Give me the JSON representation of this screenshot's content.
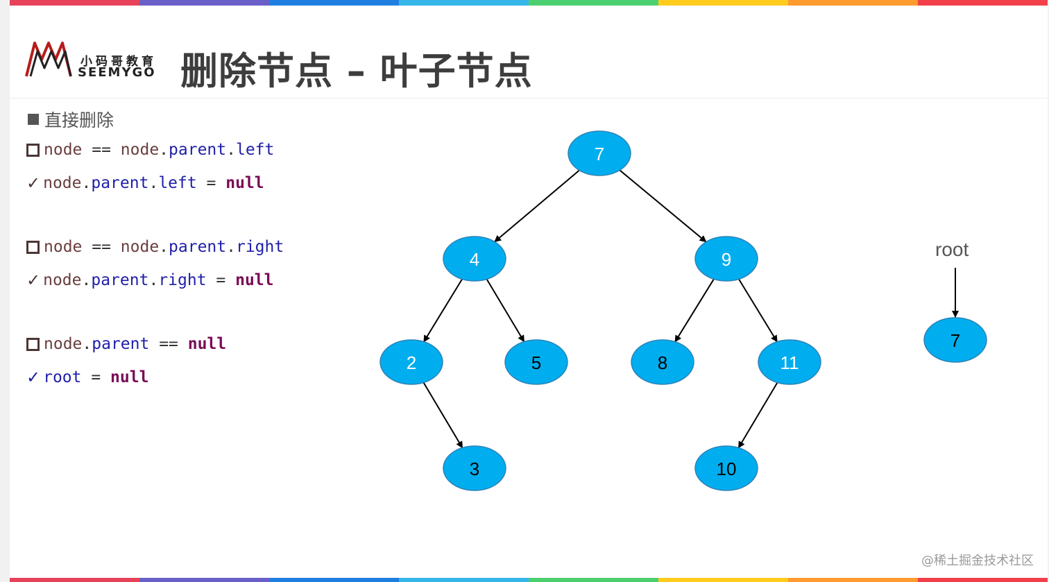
{
  "header": {
    "logo_cn": "小码哥教育",
    "logo_en": "SEEMYGO",
    "title": "删除节点 – 叶子节点"
  },
  "bullet": "直接删除",
  "cases": [
    {
      "condition": [
        {
          "t": "node",
          "c": "var"
        },
        {
          "t": " == ",
          "c": "op"
        },
        {
          "t": "node",
          "c": "var"
        },
        {
          "t": ".",
          "c": "op"
        },
        {
          "t": "parent",
          "c": "prop"
        },
        {
          "t": ".",
          "c": "op"
        },
        {
          "t": "left",
          "c": "prop"
        }
      ],
      "action": [
        {
          "t": "node",
          "c": "var"
        },
        {
          "t": ".",
          "c": "op"
        },
        {
          "t": "parent",
          "c": "prop"
        },
        {
          "t": ".",
          "c": "op"
        },
        {
          "t": "left",
          "c": "prop"
        },
        {
          "t": " = ",
          "c": "op"
        },
        {
          "t": "null",
          "c": "kw"
        }
      ]
    },
    {
      "condition": [
        {
          "t": "node",
          "c": "var"
        },
        {
          "t": " == ",
          "c": "op"
        },
        {
          "t": "node",
          "c": "var"
        },
        {
          "t": ".",
          "c": "op"
        },
        {
          "t": "parent",
          "c": "prop"
        },
        {
          "t": ".",
          "c": "op"
        },
        {
          "t": "right",
          "c": "prop"
        }
      ],
      "action": [
        {
          "t": "node",
          "c": "var"
        },
        {
          "t": ".",
          "c": "op"
        },
        {
          "t": "parent",
          "c": "prop"
        },
        {
          "t": ".",
          "c": "op"
        },
        {
          "t": "right",
          "c": "prop"
        },
        {
          "t": " = ",
          "c": "op"
        },
        {
          "t": "null",
          "c": "kw"
        }
      ]
    },
    {
      "condition": [
        {
          "t": "node",
          "c": "var"
        },
        {
          "t": ".",
          "c": "op"
        },
        {
          "t": "parent",
          "c": "prop"
        },
        {
          "t": " == ",
          "c": "op"
        },
        {
          "t": "null",
          "c": "kw"
        }
      ],
      "action": [
        {
          "t": "root",
          "c": "prop"
        },
        {
          "t": " = ",
          "c": "op"
        },
        {
          "t": "null",
          "c": "kw"
        }
      ]
    }
  ],
  "tree": {
    "nodes": [
      {
        "id": "n7",
        "label": "7"
      },
      {
        "id": "n4",
        "label": "4"
      },
      {
        "id": "n9",
        "label": "9"
      },
      {
        "id": "n2",
        "label": "2"
      },
      {
        "id": "n5",
        "label": "5"
      },
      {
        "id": "n8",
        "label": "8"
      },
      {
        "id": "n11",
        "label": "11"
      },
      {
        "id": "n3",
        "label": "3"
      },
      {
        "id": "n10",
        "label": "10"
      }
    ],
    "edges": [
      [
        "n7",
        "n4"
      ],
      [
        "n7",
        "n9"
      ],
      [
        "n4",
        "n2"
      ],
      [
        "n4",
        "n5"
      ],
      [
        "n9",
        "n8"
      ],
      [
        "n9",
        "n11"
      ],
      [
        "n2",
        "n3"
      ],
      [
        "n11",
        "n10"
      ]
    ]
  },
  "single": {
    "root_label": "root",
    "node_label": "7"
  },
  "colors": {
    "node_fill": "#00AEEF",
    "node_stroke": "#2e82b8"
  },
  "credit": "@稀土掘金技术社区"
}
